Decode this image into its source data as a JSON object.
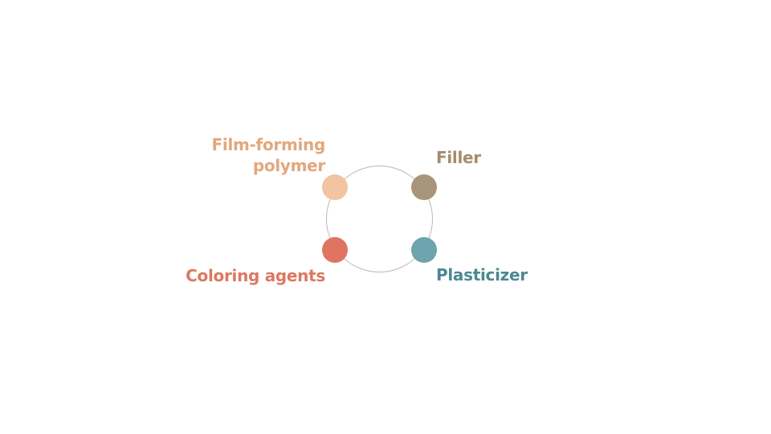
{
  "diagram": {
    "title": "",
    "items": [
      {
        "id": "film-forming-polymer",
        "label_line1": "Film-forming",
        "label_line2": "polymer",
        "color": "#f2c4a1",
        "label_color": "#e3a77c",
        "position": "top-left"
      },
      {
        "id": "filler",
        "label": "Filler",
        "color": "#a9957a",
        "label_color": "#a38c6d",
        "position": "top-right"
      },
      {
        "id": "coloring-agents",
        "label": "Coloring agents",
        "color": "#df7561",
        "label_color": "#db7862",
        "position": "bottom-left"
      },
      {
        "id": "plasticizer",
        "label": "Plasticizer",
        "color": "#6fa3ad",
        "label_color": "#4d8793",
        "position": "bottom-right"
      }
    ],
    "ring_color": "#b9b9b9"
  }
}
